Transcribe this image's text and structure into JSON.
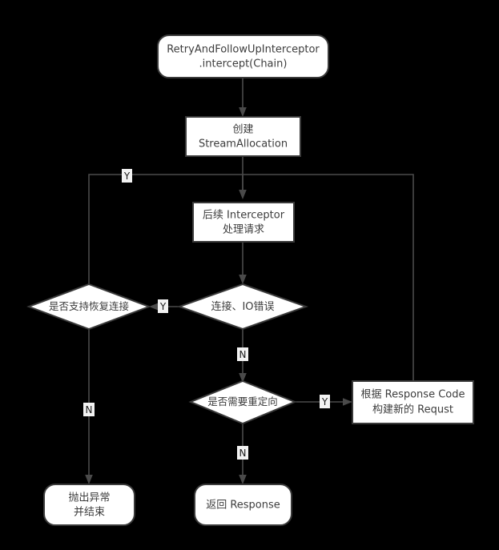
{
  "diagram": {
    "title": "RetryAndFollowUpInterceptor flow",
    "background_color": "#000000",
    "node_fill": "#ffffff",
    "node_stroke": "#3a3a3a",
    "edge_color": "#4a4a4a",
    "text_color": "#3d3d3d"
  },
  "nodes": {
    "start": {
      "shape": "rounded-rectangle",
      "line1": "RetryAndFollowUpInterceptor",
      "line2": ".intercept(Chain)"
    },
    "create_stream_allocation": {
      "shape": "rectangle",
      "line1": "创建",
      "line2": "StreamAllocation"
    },
    "next_interceptor": {
      "shape": "rectangle",
      "line1": "后续 Interceptor",
      "line2": "处理请求"
    },
    "io_error": {
      "shape": "diamond",
      "line1": "连接、IO错误"
    },
    "support_recover": {
      "shape": "diamond",
      "line1": "是否支持恢复连接"
    },
    "need_redirect": {
      "shape": "diamond",
      "line1": "是否需要重定向"
    },
    "build_new_request": {
      "shape": "rectangle",
      "line1": "根据 Response Code",
      "line2": "构建新的 Requst"
    },
    "throw_exception": {
      "shape": "rounded-rectangle",
      "line1": "抛出异常",
      "line2": "并结束"
    },
    "return_response": {
      "shape": "rounded-rectangle",
      "line1": "返回 Response"
    }
  },
  "edge_labels": {
    "recover_yes_loop": "Y",
    "io_error_yes": "Y",
    "io_error_no": "N",
    "recover_no": "N",
    "redirect_yes": "Y",
    "redirect_no": "N"
  }
}
